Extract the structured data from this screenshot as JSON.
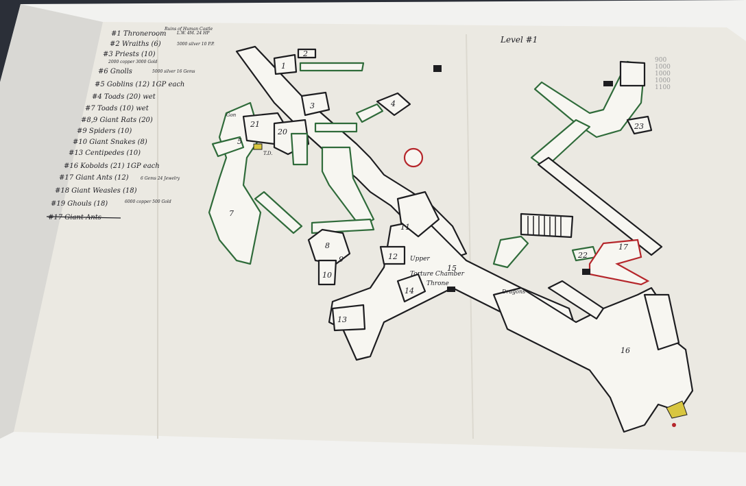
{
  "sheet": {
    "title": "Level #1",
    "header_note": "Ruins of Human Castle",
    "corner_numbers": [
      "900",
      "1000",
      "1000",
      "1000",
      "1100"
    ]
  },
  "legend": [
    {
      "text": "#1 Throneroom",
      "note": "L.W. 4M. 24 HP"
    },
    {
      "text": "#2 Wraiths (6)",
      "note": "5000 silver 10 P.P."
    },
    {
      "text": "#3 Priests (10)",
      "note": "2000 copper 3000 Gold"
    },
    {
      "text": "#6 Gnolls",
      "note": "5000 silver 16 Gems"
    },
    {
      "text": "#5 Goblins (12) 1GP each",
      "note": ""
    },
    {
      "text": "#4 Toads (20) wet",
      "note": ""
    },
    {
      "text": "#7 Toads (10) wet",
      "note": ""
    },
    {
      "text": "#8,9 Giant Rats (20)",
      "note": ""
    },
    {
      "text": "#9 Spiders (10)",
      "note": ""
    },
    {
      "text": "#10 Giant Snakes (8)",
      "note": ""
    },
    {
      "text": "#13 Centipedes (10)",
      "note": ""
    },
    {
      "text": "#16 Kobolds (21) 1GP each",
      "note": ""
    },
    {
      "text": "#17 Giant Ants (12)",
      "note": "6 Gems 24 Jewelry"
    },
    {
      "text": "#18 Giant Weasles (18)",
      "note": ""
    },
    {
      "text": "#19 Ghouls (18)",
      "note": "6000 copper 500 Gold"
    },
    {
      "text": "#17 Giant Ants",
      "note": ""
    }
  ],
  "rooms": [
    "1",
    "2",
    "3",
    "4",
    "5",
    "7",
    "8",
    "9",
    "10",
    "11",
    "12",
    "13",
    "14",
    "15",
    "16",
    "17",
    "20",
    "21",
    "22",
    "23"
  ],
  "map_notes": {
    "torture": "Torture Chamber",
    "upper": "Upper",
    "throne": "Throne",
    "dragons": "Dragons",
    "td": "T.D.",
    "gon": "Gon"
  }
}
